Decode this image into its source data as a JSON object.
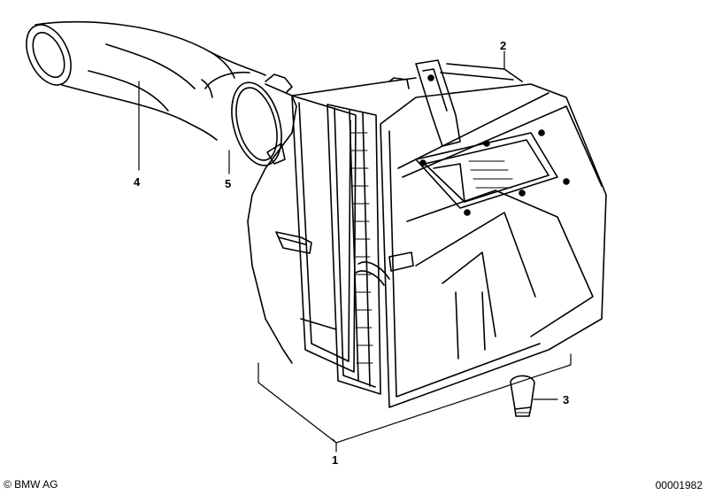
{
  "callouts": {
    "part1": "1",
    "part2": "2",
    "part3": "3",
    "part4": "4",
    "part5": "5"
  },
  "footer": {
    "copyright": "© BMW AG",
    "doc_number": "00001982"
  }
}
